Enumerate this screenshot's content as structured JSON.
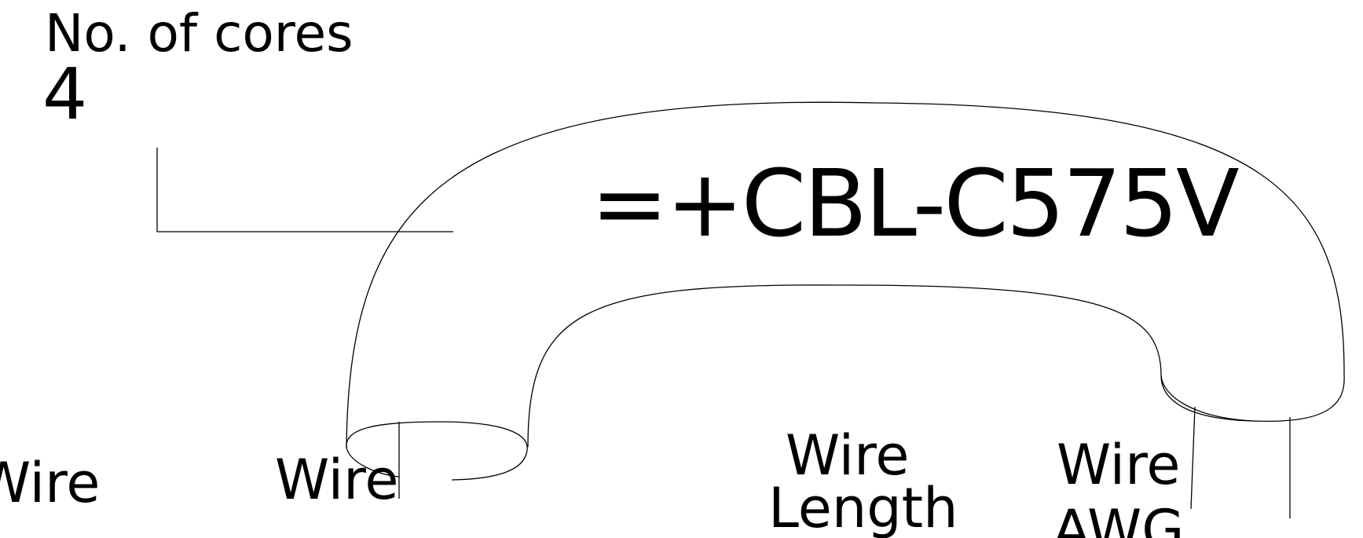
{
  "cable": {
    "cores_label": "No. of cores",
    "cores_value": "4",
    "tag": "=+CBL-C575V"
  },
  "wire_labels": {
    "left": "Wire",
    "middle": "Wire",
    "length_top": "Wire",
    "length_bottom": "Length",
    "awg_top": "Wire",
    "awg_bottom": "AWG"
  },
  "colors": {
    "ink": "#000000",
    "background": "#ffffff"
  }
}
